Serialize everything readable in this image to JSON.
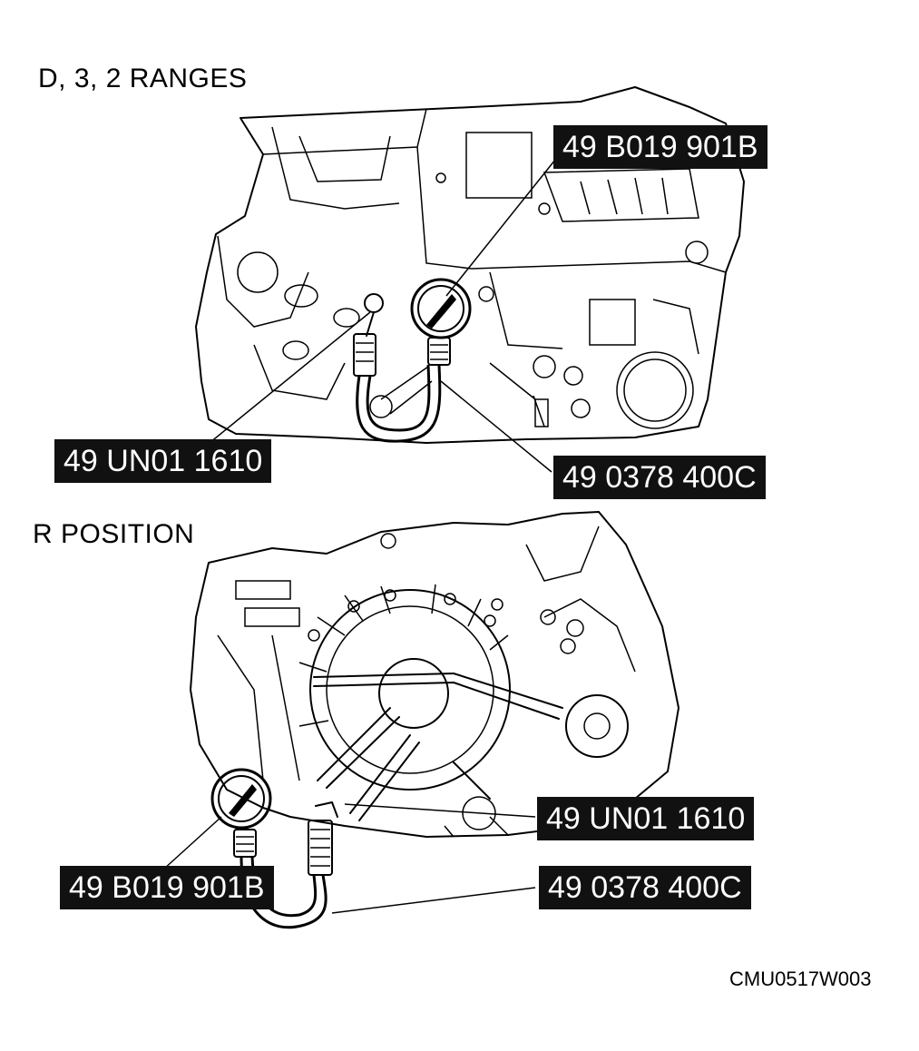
{
  "figure": {
    "top_title": "D, 3, 2 RANGES",
    "bottom_title": "R POSITION",
    "figure_id": "CMU0517W003"
  },
  "top_callouts": {
    "gauge": "49 B019 901B",
    "adapter": "49 UN01 1610",
    "hose": "49 0378 400C"
  },
  "bottom_callouts": {
    "adapter": "49 UN01 1610",
    "gauge": "49 B019 901B",
    "hose": "49 0378 400C"
  }
}
